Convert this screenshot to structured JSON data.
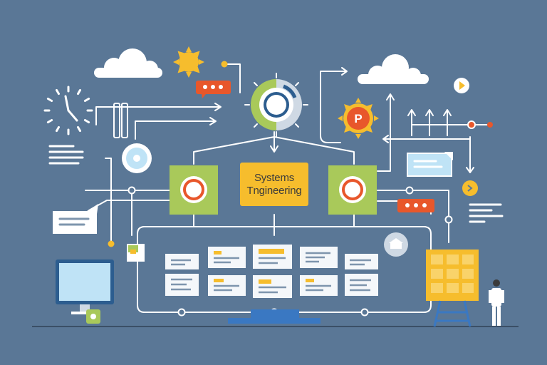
{
  "center_label": {
    "line1": "Systems",
    "line2": "Tngineering"
  },
  "badges": {
    "p_letter": "P"
  },
  "colors": {
    "background": "#5a7796",
    "line": "#ffffff",
    "green_node": "#a9c95a",
    "accent_orange": "#e8572b",
    "accent_yellow": "#f6bd2d",
    "card": "#f4f7fa",
    "monitor_screen": "#bfe3f6"
  }
}
